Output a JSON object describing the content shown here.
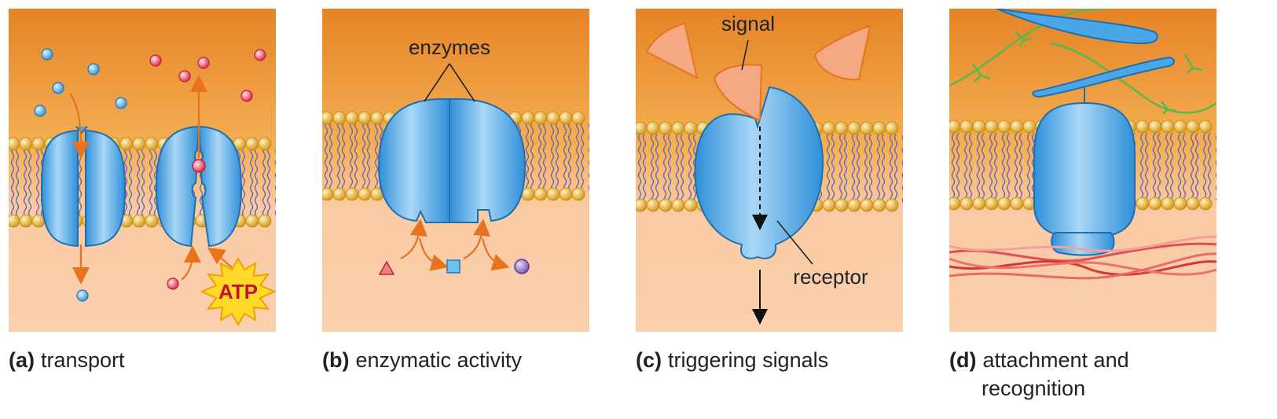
{
  "panels": [
    {
      "letter": "(a)",
      "caption": "transport"
    },
    {
      "letter": "(b)",
      "caption": "enzymatic activity",
      "label": "enzymes"
    },
    {
      "letter": "(c)",
      "caption": "triggering signals",
      "labels": {
        "signal": "signal",
        "receptor": "receptor"
      }
    },
    {
      "letter": "(d)",
      "caption": "attachment and",
      "caption2": "recognition"
    }
  ],
  "atp_label": "ATP",
  "colors": {
    "extracellular": "#e8842a",
    "cytoplasm": "#f9c9a0",
    "protein": "#4aa6e6",
    "lipid_head": "#f0b93a",
    "arrow": "#e8731f",
    "signal": "#f4a983"
  }
}
